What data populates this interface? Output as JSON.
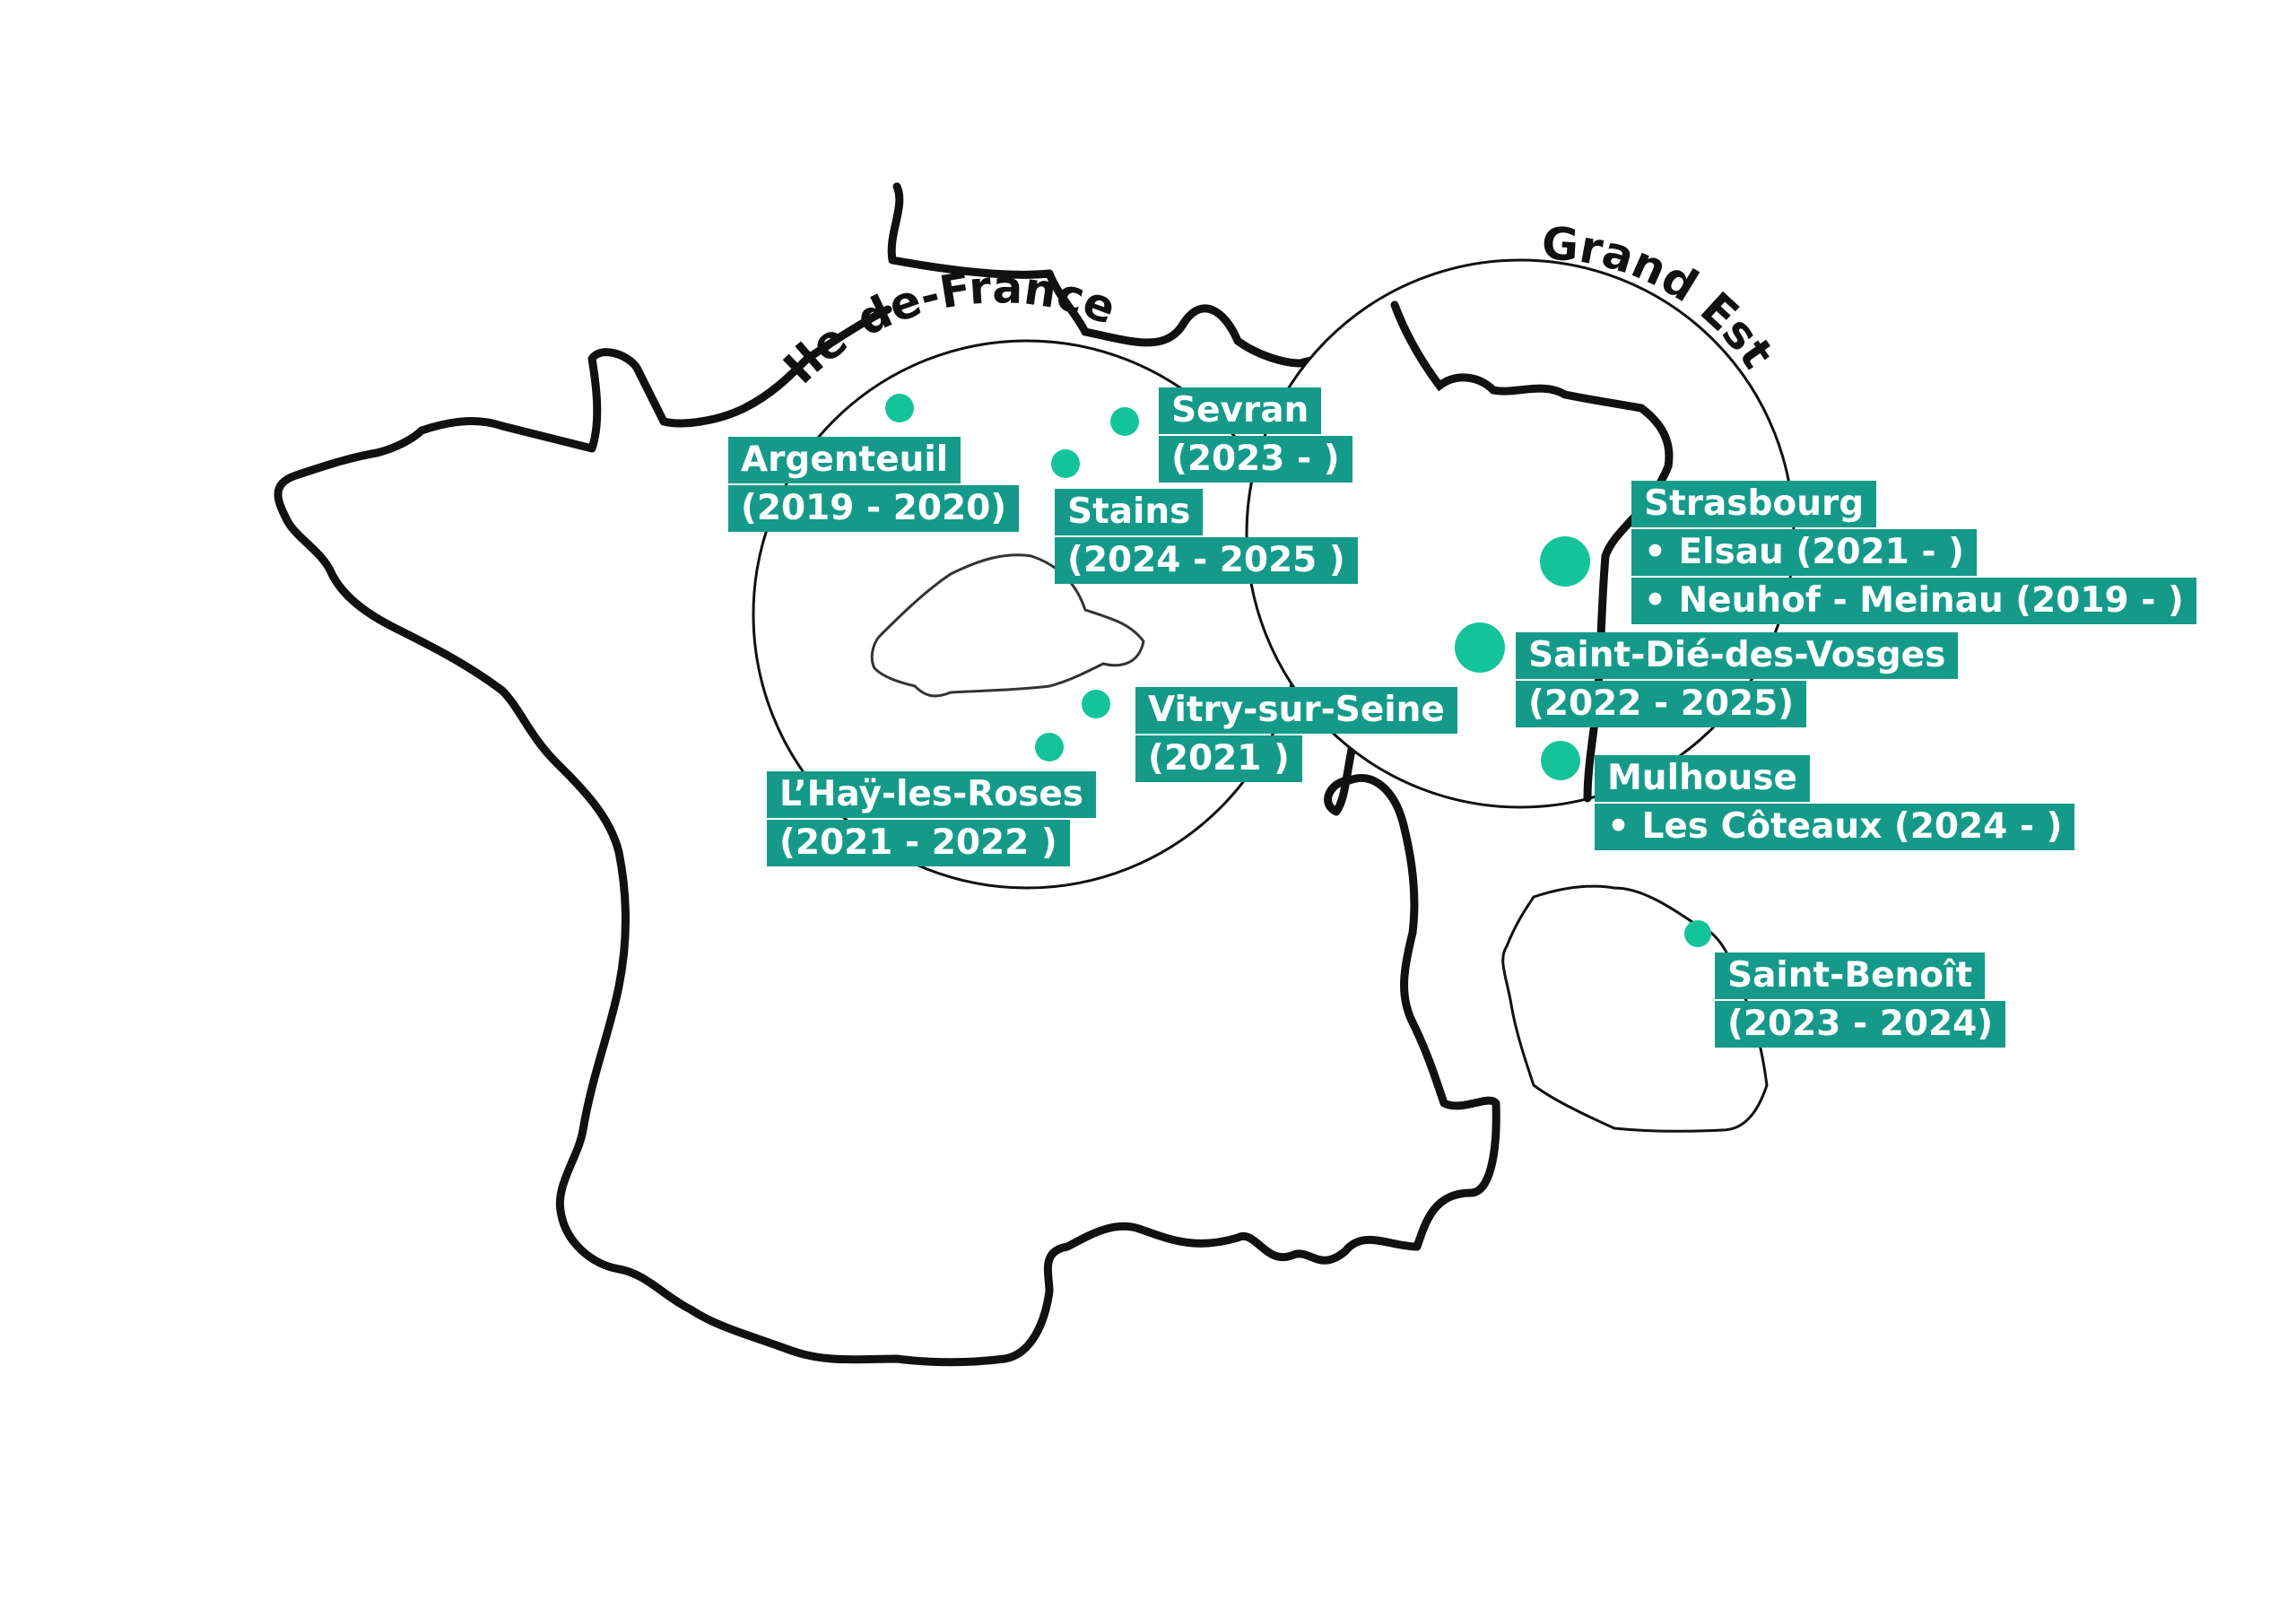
{
  "colors": {
    "label_bg": "#159a8a",
    "label_text": "#ffffff",
    "marker": "#14c39a",
    "outline": "#111111"
  },
  "regions": {
    "idf": {
      "title": "Ile-de-France"
    },
    "ge": {
      "title": "Grand Est"
    }
  },
  "sites": {
    "argenteuil": {
      "lines": [
        "Argenteuil",
        "(2019 - 2020)"
      ]
    },
    "sevran": {
      "lines": [
        "Sevran",
        "(2023 - )"
      ]
    },
    "stains": {
      "lines": [
        "Stains",
        "(2024 - 2025 )"
      ]
    },
    "vitry": {
      "lines": [
        "Vitry-sur-Seine",
        "(2021 )"
      ]
    },
    "lhay": {
      "lines": [
        "L’Haÿ-les-Roses",
        "(2021 - 2022 )"
      ]
    },
    "strasbourg": {
      "lines": [
        "Strasbourg",
        "• Elsau (2021 - )",
        "• Neuhof - Meinau (2019 - )"
      ]
    },
    "saint_die": {
      "lines": [
        "Saint-Dié-des-Vosges",
        "(2022 - 2025)"
      ]
    },
    "mulhouse": {
      "lines": [
        "Mulhouse",
        "• Les Côteaux (2024 - )"
      ]
    },
    "saint_benoit": {
      "lines": [
        "Saint-Benoît",
        "(2023 - 2024)"
      ]
    }
  }
}
